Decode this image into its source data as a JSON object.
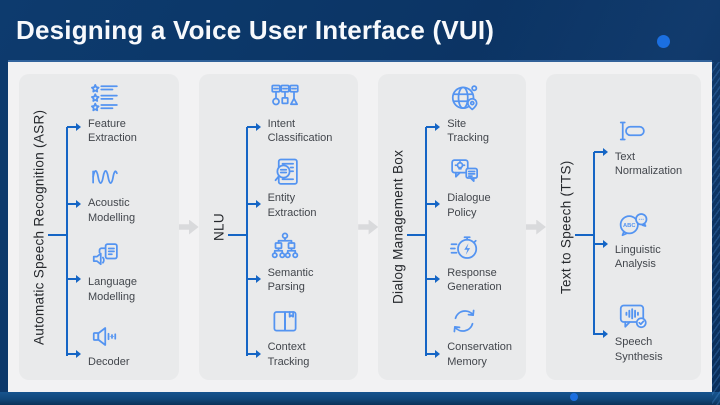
{
  "slide": {
    "title": "Designing a Voice User Interface (VUI)"
  },
  "colors": {
    "background_navy": "#0b3261",
    "panel": "#f2f2f3",
    "card": "#e9eaeb",
    "bracket_blue": "#1565c5",
    "icon_blue": "#5494f1",
    "accent_dot_blue": "#1b6fe0",
    "bottom_bar_blue": "#11477a",
    "flow_arrow_gray": "#d9dadc",
    "title_text": "#f7f9fc",
    "item_text": "#42464c"
  },
  "columns": [
    {
      "id": "asr",
      "label": "Automatic Speech Recognition (ASR)",
      "items": [
        {
          "icon": "feature-extraction-icon",
          "label": "Feature\nExtraction"
        },
        {
          "icon": "acoustic-modelling-icon",
          "label": "Acoustic\nModelling"
        },
        {
          "icon": "language-modelling-icon",
          "label": "Language\nModelling"
        },
        {
          "icon": "decoder-icon",
          "label": "Decoder"
        }
      ]
    },
    {
      "id": "nlu",
      "label": "NLU",
      "items": [
        {
          "icon": "intent-classification-icon",
          "label": "Intent\nClassification"
        },
        {
          "icon": "entity-extraction-icon",
          "label": "Entity\nExtraction"
        },
        {
          "icon": "semantic-parsing-icon",
          "label": "Semantic\nParsing"
        },
        {
          "icon": "context-tracking-icon",
          "label": "Context\nTracking"
        }
      ]
    },
    {
      "id": "dialog",
      "label": "Dialog Management Box",
      "items": [
        {
          "icon": "site-tracking-icon",
          "label": "Site\nTracking"
        },
        {
          "icon": "dialogue-policy-icon",
          "label": "Dialogue\nPolicy"
        },
        {
          "icon": "response-generation-icon",
          "label": "Response\nGeneration"
        },
        {
          "icon": "conservation-memory-icon",
          "label": "Conservation\nMemory"
        }
      ]
    },
    {
      "id": "tts",
      "label": "Text to Speech (TTS)",
      "items": [
        {
          "icon": "text-normalization-icon",
          "label": "Text\nNormalization"
        },
        {
          "icon": "linguistic-analysis-icon",
          "label": "Linguistic\nAnalysis"
        },
        {
          "icon": "speech-synthesis-icon",
          "label": "Speech\nSynthesis"
        }
      ]
    }
  ]
}
